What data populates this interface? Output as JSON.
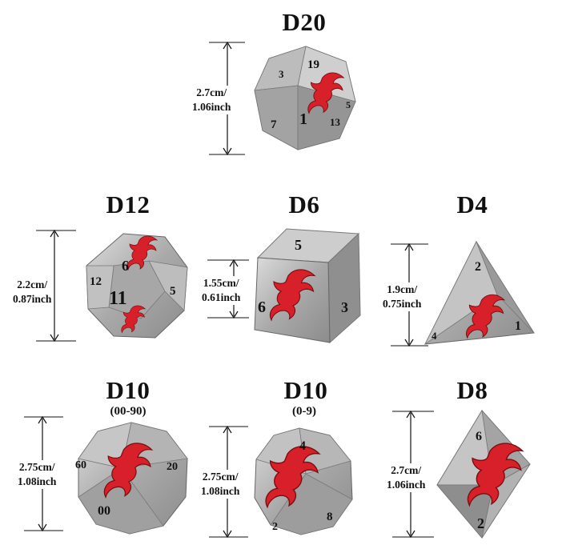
{
  "dice": [
    {
      "title": "D20",
      "subtitle": "",
      "size_cm": "2.7cm/",
      "size_inch": "1.06inch",
      "numbers": [
        "19",
        "3",
        "7",
        "1",
        "13",
        "5"
      ]
    },
    {
      "title": "D12",
      "subtitle": "",
      "size_cm": "2.2cm/",
      "size_inch": "0.87inch",
      "numbers": [
        "6",
        "12",
        "11",
        "5"
      ]
    },
    {
      "title": "D6",
      "subtitle": "",
      "size_cm": "1.55cm/",
      "size_inch": "0.61inch",
      "numbers": [
        "5",
        "6",
        "3"
      ]
    },
    {
      "title": "D4",
      "subtitle": "",
      "size_cm": "1.9cm/",
      "size_inch": "0.75inch",
      "numbers": [
        "2",
        "4",
        "1"
      ]
    },
    {
      "title": "D10",
      "subtitle": "(00-90)",
      "size_cm": "2.75cm/",
      "size_inch": "1.08inch",
      "numbers": [
        "60",
        "20",
        "00"
      ]
    },
    {
      "title": "D10",
      "subtitle": "(0-9)",
      "size_cm": "2.75cm/",
      "size_inch": "1.08inch",
      "numbers": [
        "4",
        "2",
        "8"
      ]
    },
    {
      "title": "D8",
      "subtitle": "",
      "size_cm": "2.7cm/",
      "size_inch": "1.06inch",
      "numbers": [
        "6",
        "2"
      ]
    }
  ],
  "colors": {
    "metal": "#b8b8b8",
    "metal_dark": "#7f7f7f",
    "dragon": "#d8202a",
    "ink": "#111111"
  }
}
